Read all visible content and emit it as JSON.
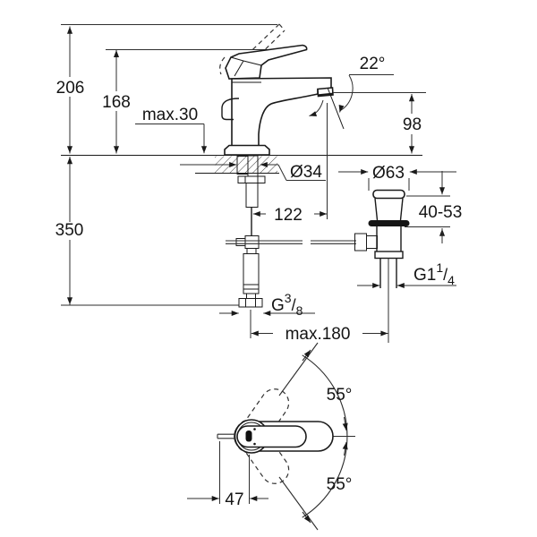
{
  "dims": {
    "total_height": "206",
    "lever_height": "168",
    "max_deck": "max.30",
    "below_deck": "350",
    "spout_angle": "22°",
    "outlet_height": "98",
    "hole_dia": "Ø34",
    "spout_reach": "122",
    "supply_thread": {
      "base": "G",
      "sup": "3",
      "slash": "/",
      "sub": "8"
    },
    "max_rod": "max.180",
    "flange_dia": "Ø63",
    "clamp_range": "40-53",
    "drain_thread": {
      "base": "G1",
      "sup": "1",
      "slash": "/",
      "sub": "4"
    },
    "swivel_up": "55°",
    "swivel_down": "55°",
    "handle_offset": "47"
  }
}
